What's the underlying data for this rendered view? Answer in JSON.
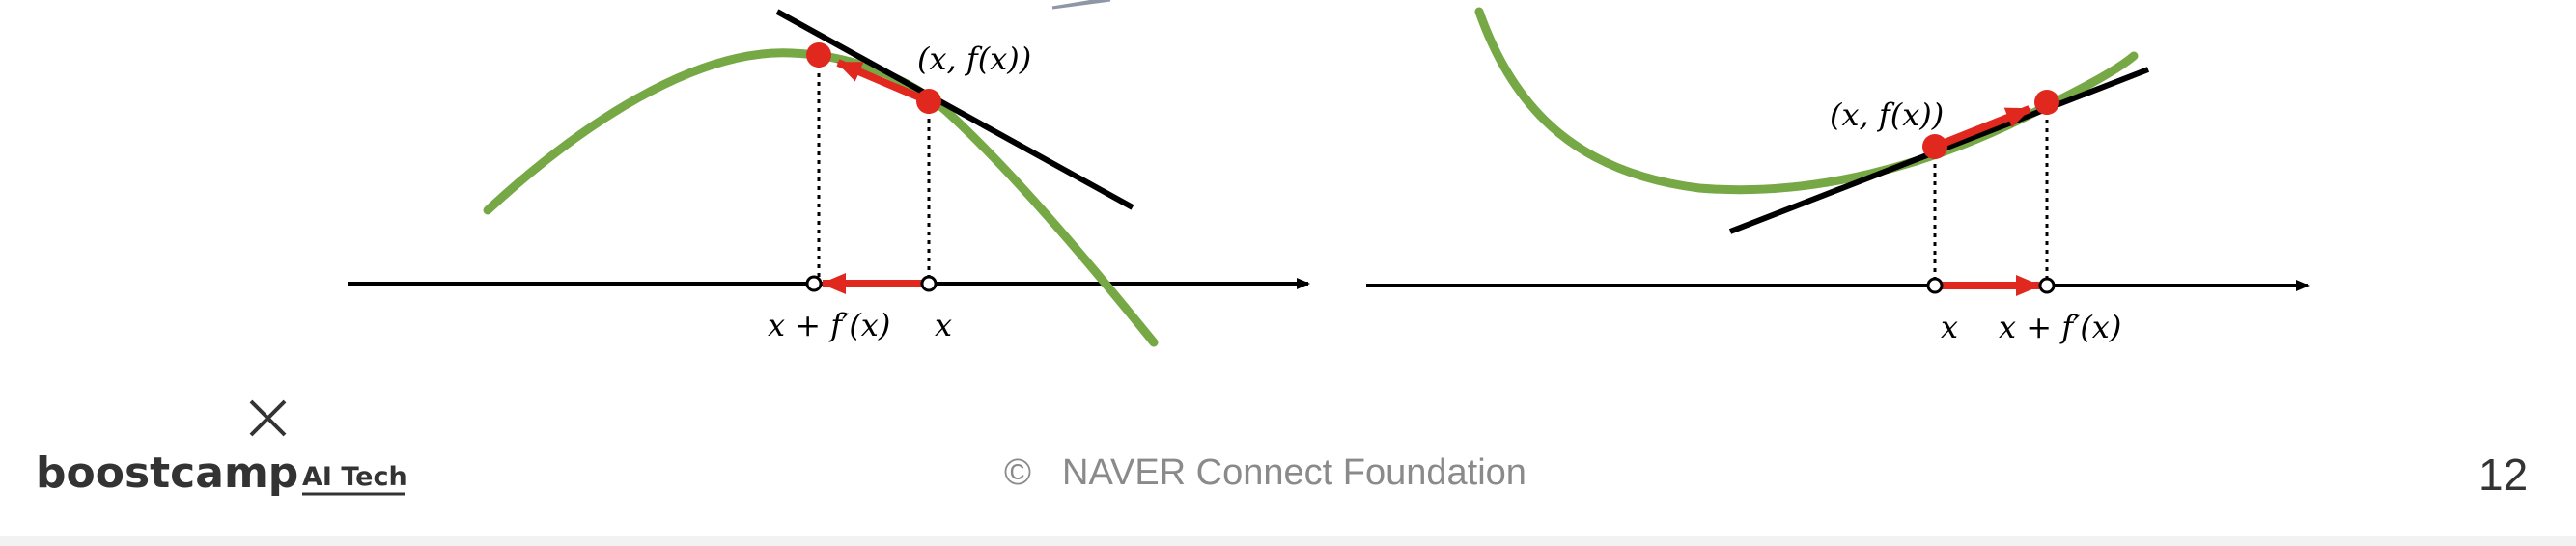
{
  "colors": {
    "curve": "#76a845",
    "tangent": "#000000",
    "point": "#e0281e",
    "arrow": "#e0281e",
    "axis": "#000000",
    "footer_text": "#8a8a8a",
    "logo": "#333333"
  },
  "left_panel": {
    "point_label": "(x, f(x))",
    "x_label": "x",
    "shifted_label": "x + f′(x)"
  },
  "right_panel": {
    "point_label": "(x, f(x))",
    "x_label": "x",
    "shifted_label": "x + f′(x)"
  },
  "footer": {
    "logo_text": "boostcamp",
    "logo_tag": "AI Tech",
    "copyright_symbol": "©",
    "copyright_text": "NAVER Connect Foundation",
    "page_number": "12"
  },
  "icons": {
    "logo_mark": "x-mark-icon",
    "copyright": "copyright-icon"
  }
}
